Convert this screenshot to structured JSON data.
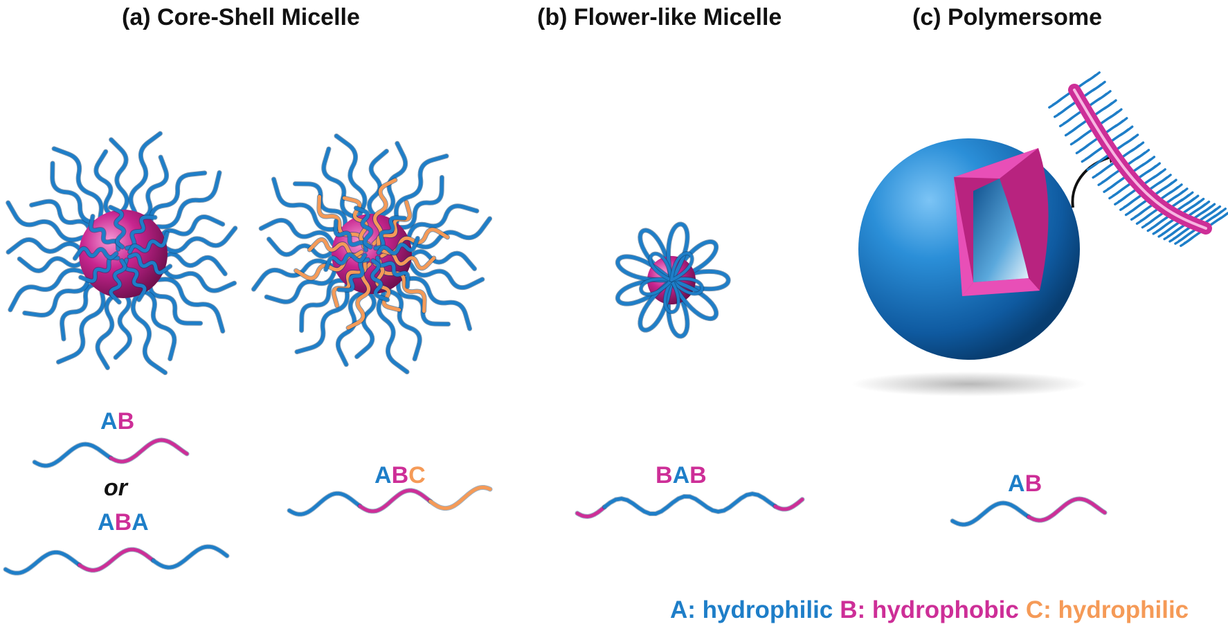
{
  "titles": {
    "a": "(a) Core-Shell Micelle",
    "b": "(b) Flower-like Micelle",
    "c": "(c) Polymersome"
  },
  "block_labels": {
    "ab_left": [
      "A",
      "B"
    ],
    "or": "or",
    "aba": [
      "A",
      "B",
      "A"
    ],
    "abc": [
      "A",
      "B",
      "C"
    ],
    "bab": [
      "B",
      "A",
      "B"
    ],
    "ab_right": [
      "A",
      "B"
    ]
  },
  "legend": [
    {
      "text": "A: hydrophilic",
      "color": "#1e7ec8"
    },
    {
      "text": "B: hydrophobic",
      "color": "#cd2e97"
    },
    {
      "text": "C: hydrophilic",
      "color": "#f59a57"
    }
  ],
  "colors": {
    "hydrophilic_A": "#1e7ec8",
    "hydrophobic_B": "#cd2e97",
    "hydrophilic_C": "#f59a57",
    "arrow": "#111111"
  }
}
